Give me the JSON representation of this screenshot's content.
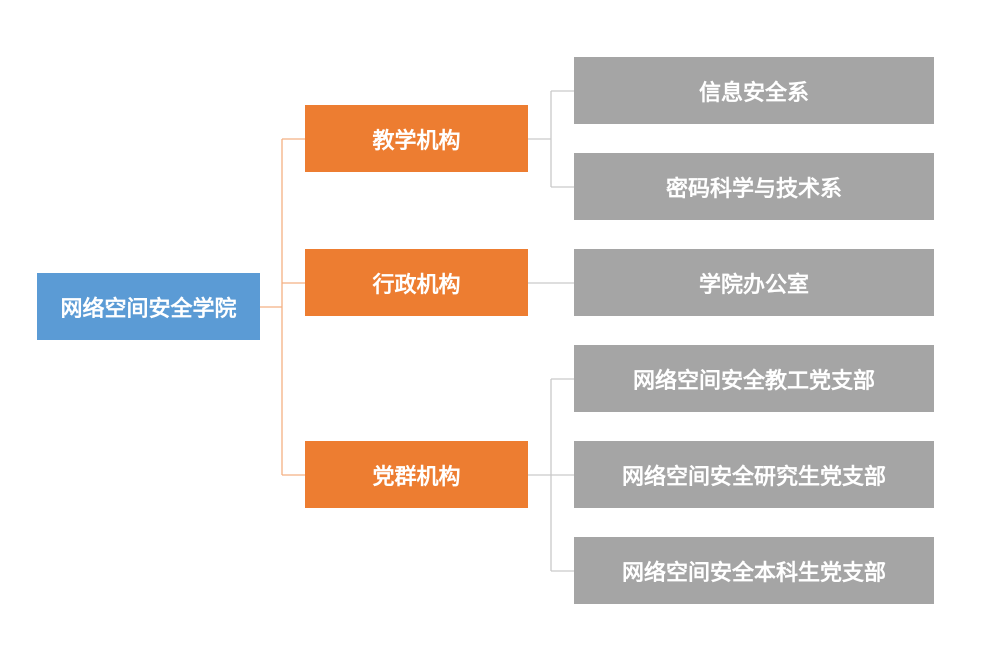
{
  "root": {
    "label": "网络空间安全学院"
  },
  "categories": [
    {
      "label": "教学机构",
      "children": [
        "信息安全系",
        "密码科学与技术系"
      ]
    },
    {
      "label": "行政机构",
      "children": [
        "学院办公室"
      ]
    },
    {
      "label": "党群机构",
      "children": [
        "网络空间安全教工党支部",
        "网络空间安全研究生党支部",
        "网络空间安全本科生党支部"
      ]
    }
  ],
  "colors": {
    "root": "#5b9bd5",
    "category": "#ed7d31",
    "leaf": "#a5a5a5",
    "root_connector": "#f4b183",
    "leaf_connector": "#c9c9c9"
  }
}
